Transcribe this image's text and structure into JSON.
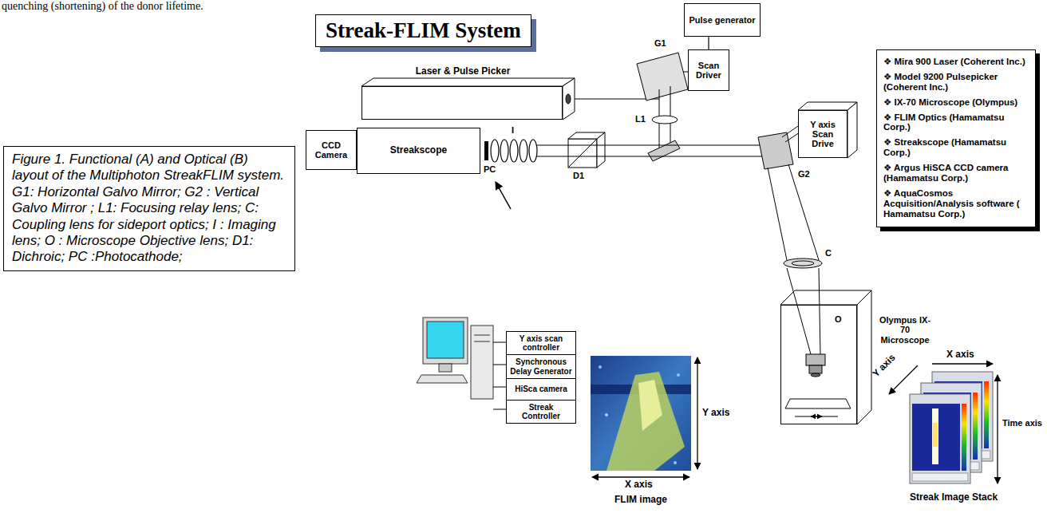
{
  "diagram": {
    "title": "Streak-FLIM System",
    "caption": "Figure 1. Functional (A) and Optical (B) layout of the Multiphoton StreakFLIM system. G1: Horizontal Galvo Mirror; G2 : Vertical Galvo Mirror ; L1: Focusing relay lens; C: Coupling lens for sideport optics; I : Imaging lens; O : Microscope Objective lens; D1: Dichroic; PC :Photocathode;",
    "nodes": [
      {
        "text": [
          "Pulse generator"
        ]
      },
      {
        "text": [
          "Scan Driver"
        ]
      },
      {
        "text": [
          "Laser & Pulse Picker"
        ]
      },
      {
        "text": [
          "CCD Camera"
        ]
      },
      {
        "text": [
          "Streakscope"
        ]
      },
      {
        "text": [
          "Y axis Scan Drive"
        ]
      },
      {
        "text": [
          "❖ Mira 900 Laser (Coherent Inc.)",
          "❖ Model 9200 Pulsepicker (Coherent Inc.)",
          "❖ IX-70 Microscope (Olympus)",
          "❖ FLIM Optics (Hamamatsu Corp.)",
          "❖ Streakscope (Hamamatsu Corp.)",
          "❖ Argus HiSCA CCD camera (Hamamatsu Corp.)",
          "❖ AquaCosmos Acquisition/Analysis software ( Hamamatsu Corp.)"
        ]
      },
      {
        "text": [
          "Y axis scan controller"
        ]
      },
      {
        "text": [
          "Synchronous Delay Generator"
        ]
      },
      {
        "text": [
          "HiSca camera"
        ]
      },
      {
        "text": [
          "Streak Controller"
        ]
      },
      {
        "text": [
          "Olympus IX-70 Microscope"
        ]
      }
    ],
    "edges": [
      {
        "from": 0,
        "to": 1,
        "arrow": "none"
      }
    ],
    "labels": [
      "quenching (shortening) of the donor lifetime.",
      "G1",
      "L1",
      "I",
      "PC",
      "D1",
      "G2",
      "C",
      "O",
      "Y axis",
      "X axis",
      "FLIM image",
      "X axis",
      "Y axis",
      "Time axis",
      "Streak Image Stack"
    ]
  }
}
